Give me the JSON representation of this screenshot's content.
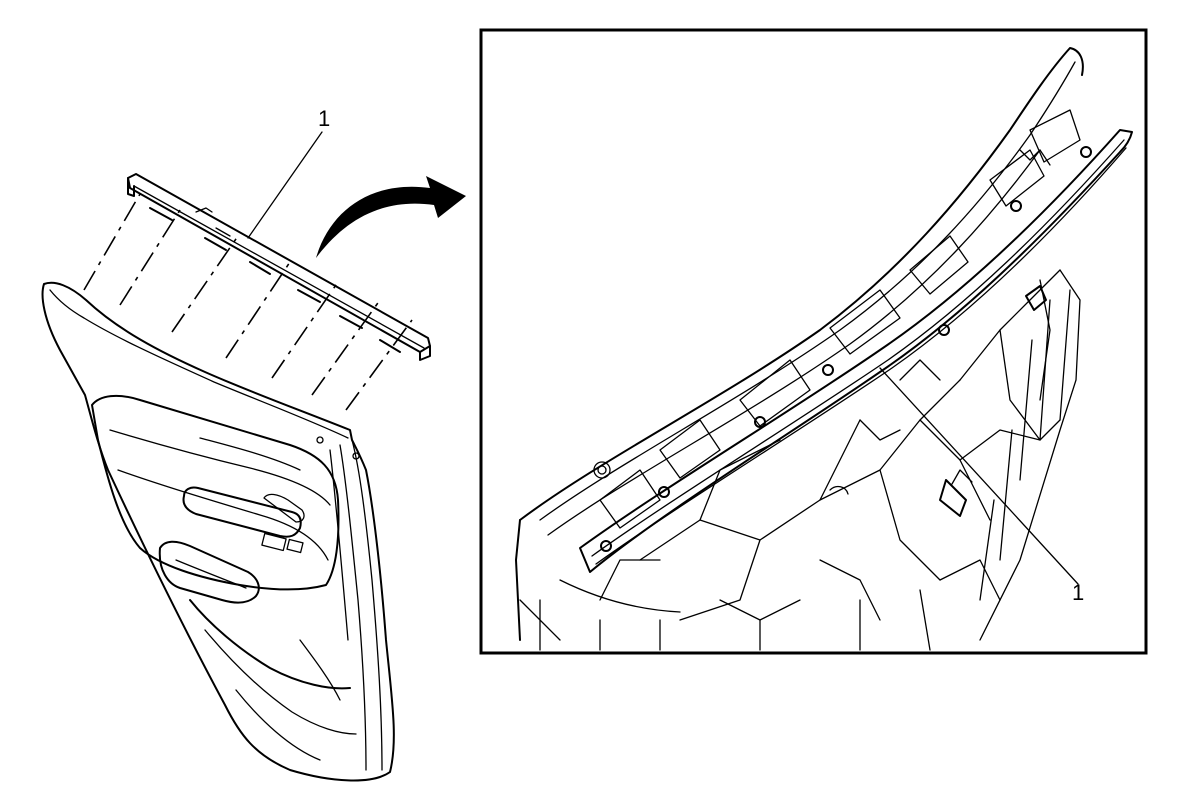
{
  "figure": {
    "callouts": [
      {
        "id": "overview",
        "text": "1"
      },
      {
        "id": "detail",
        "text": "1"
      }
    ],
    "arrow_color": "#000000",
    "line_color": "#000000",
    "background": "#ffffff"
  }
}
